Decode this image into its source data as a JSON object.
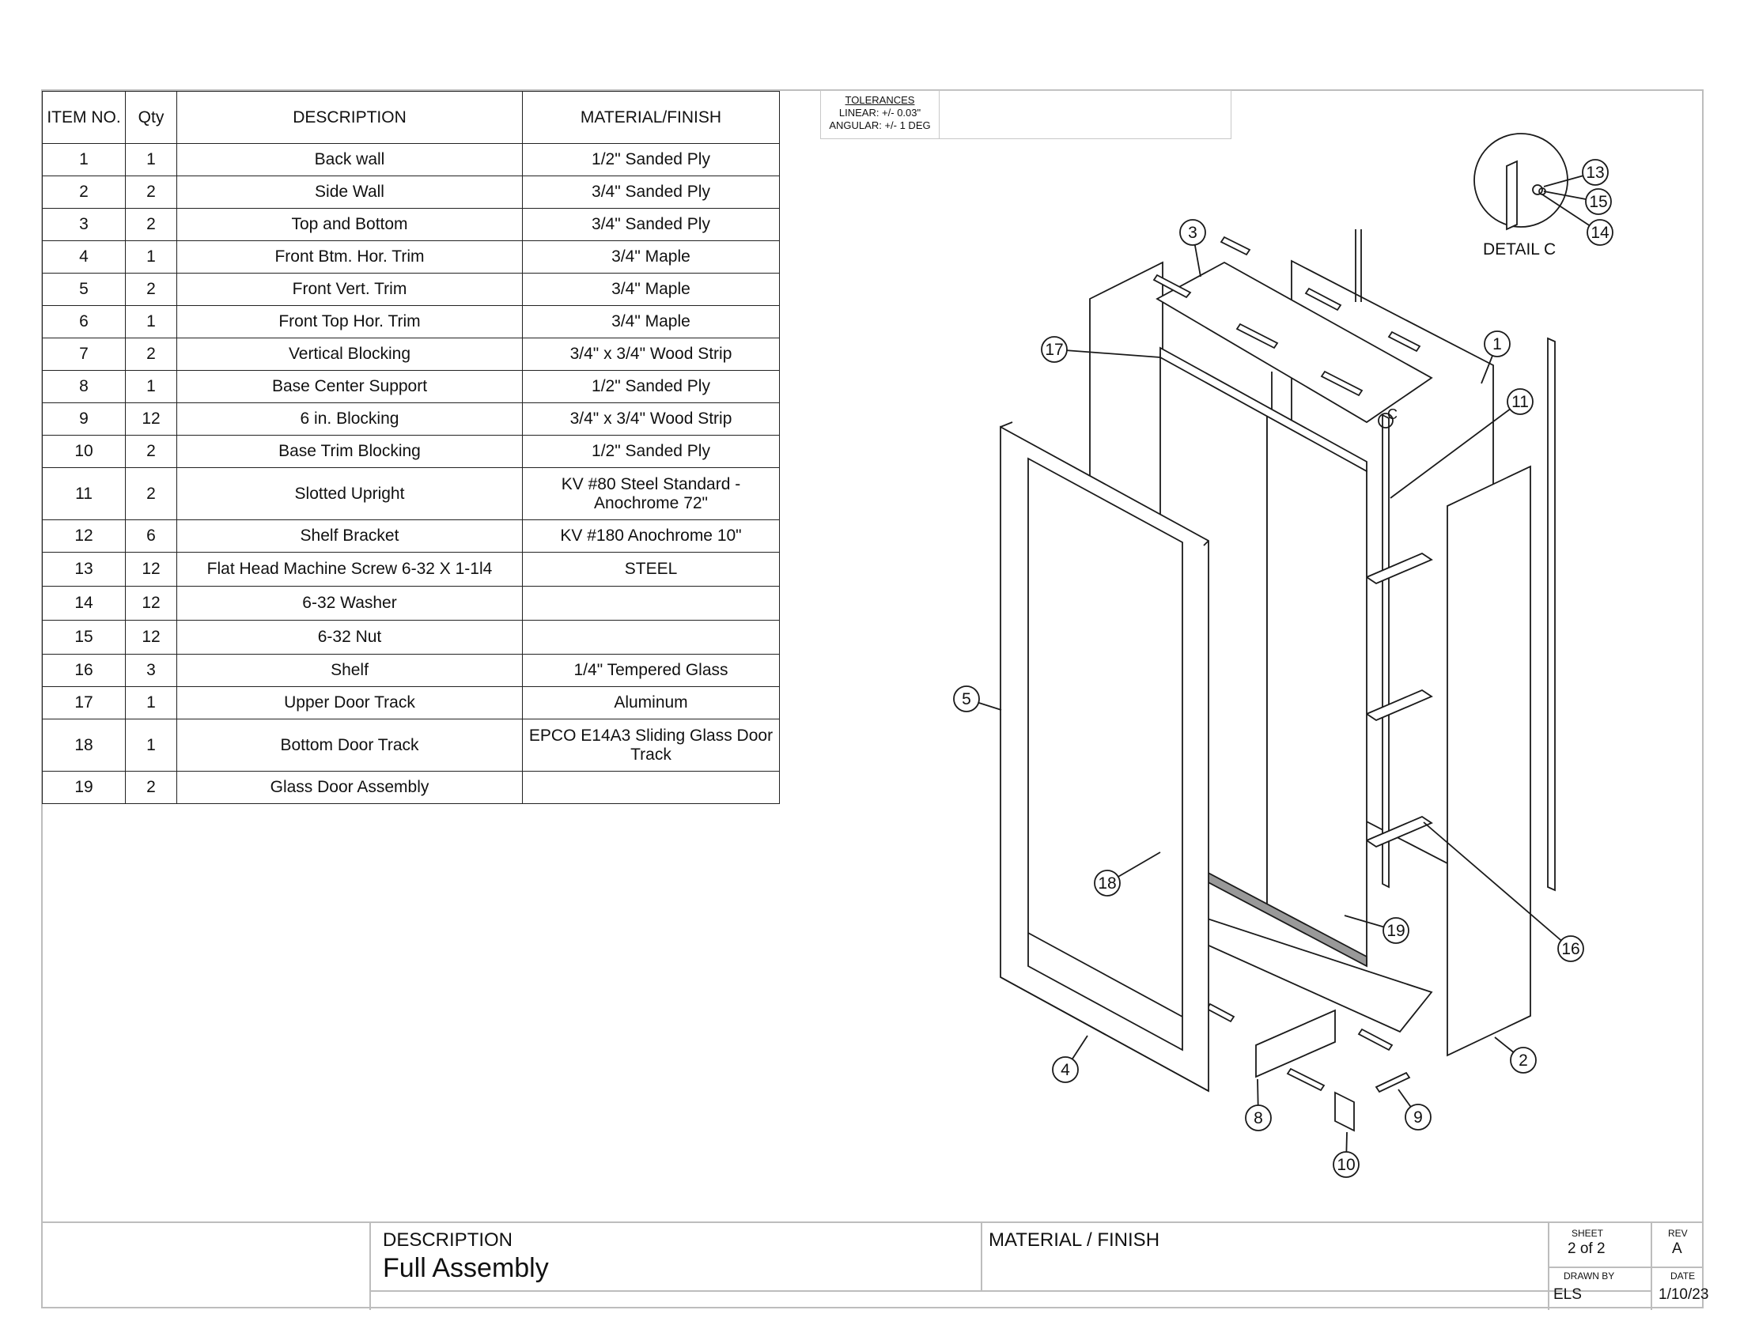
{
  "bom": {
    "headers": {
      "item": "ITEM NO.",
      "qty": "Qty",
      "description": "DESCRIPTION",
      "material": "MATERIAL/FINISH"
    },
    "rows": [
      {
        "item": "1",
        "qty": "1",
        "description": "Back wall",
        "material": "1/2\" Sanded Ply"
      },
      {
        "item": "2",
        "qty": "2",
        "description": "Side Wall",
        "material": "3/4\" Sanded Ply"
      },
      {
        "item": "3",
        "qty": "2",
        "description": "Top and Bottom",
        "material": "3/4\" Sanded Ply"
      },
      {
        "item": "4",
        "qty": "1",
        "description": "Front Btm. Hor. Trim",
        "material": "3/4\" Maple"
      },
      {
        "item": "5",
        "qty": "2",
        "description": "Front Vert. Trim",
        "material": "3/4\" Maple"
      },
      {
        "item": "6",
        "qty": "1",
        "description": "Front Top Hor. Trim",
        "material": "3/4\" Maple"
      },
      {
        "item": "7",
        "qty": "2",
        "description": "Vertical Blocking",
        "material": "3/4\" x 3/4\" Wood Strip"
      },
      {
        "item": "8",
        "qty": "1",
        "description": "Base Center Support",
        "material": "1/2\" Sanded Ply"
      },
      {
        "item": "9",
        "qty": "12",
        "description": "6 in. Blocking",
        "material": "3/4\" x 3/4\" Wood Strip"
      },
      {
        "item": "10",
        "qty": "2",
        "description": "Base Trim Blocking",
        "material": "1/2\" Sanded Ply"
      },
      {
        "item": "11",
        "qty": "2",
        "description": "Slotted Upright",
        "material": "KV #80 Steel Standard - Anochrome 72\""
      },
      {
        "item": "12",
        "qty": "6",
        "description": "Shelf Bracket",
        "material": "KV #180 Anochrome 10\""
      },
      {
        "item": "13",
        "qty": "12",
        "description": "Flat Head Machine Screw 6-32 X 1-1l4",
        "material": "STEEL"
      },
      {
        "item": "14",
        "qty": "12",
        "description": "6-32 Washer",
        "material": ""
      },
      {
        "item": "15",
        "qty": "12",
        "description": "6-32 Nut",
        "material": ""
      },
      {
        "item": "16",
        "qty": "3",
        "description": "Shelf",
        "material": "1/4\" Tempered Glass"
      },
      {
        "item": "17",
        "qty": "1",
        "description": "Upper Door Track",
        "material": "Aluminum"
      },
      {
        "item": "18",
        "qty": "1",
        "description": "Bottom Door Track",
        "material": "EPCO E14A3 Sliding Glass Door Track"
      },
      {
        "item": "19",
        "qty": "2",
        "description": "Glass Door Assembly",
        "material": ""
      }
    ]
  },
  "tolerances": {
    "title": "TOLERANCES",
    "linear": "LINEAR: +/- 0.03\"",
    "angular": "ANGULAR:  +/- 1 DEG"
  },
  "detail": {
    "label": "DETAIL C",
    "marker": "C"
  },
  "callouts": [
    "1",
    "2",
    "3",
    "4",
    "5",
    "8",
    "9",
    "10",
    "11",
    "13",
    "14",
    "15",
    "16",
    "17",
    "18",
    "19"
  ],
  "title_block": {
    "description_label": "DESCRIPTION",
    "description_value": "Full Assembly",
    "material_label": "MATERIAL / FINISH",
    "material_value": "",
    "sheet_label": "SHEET",
    "sheet_value": "2 of 2",
    "rev_label": "REV",
    "rev_value": "A",
    "drawn_by_label": "DRAWN BY",
    "drawn_by_value": "ELS",
    "date_label": "DATE",
    "date_value": "1/10/23"
  }
}
